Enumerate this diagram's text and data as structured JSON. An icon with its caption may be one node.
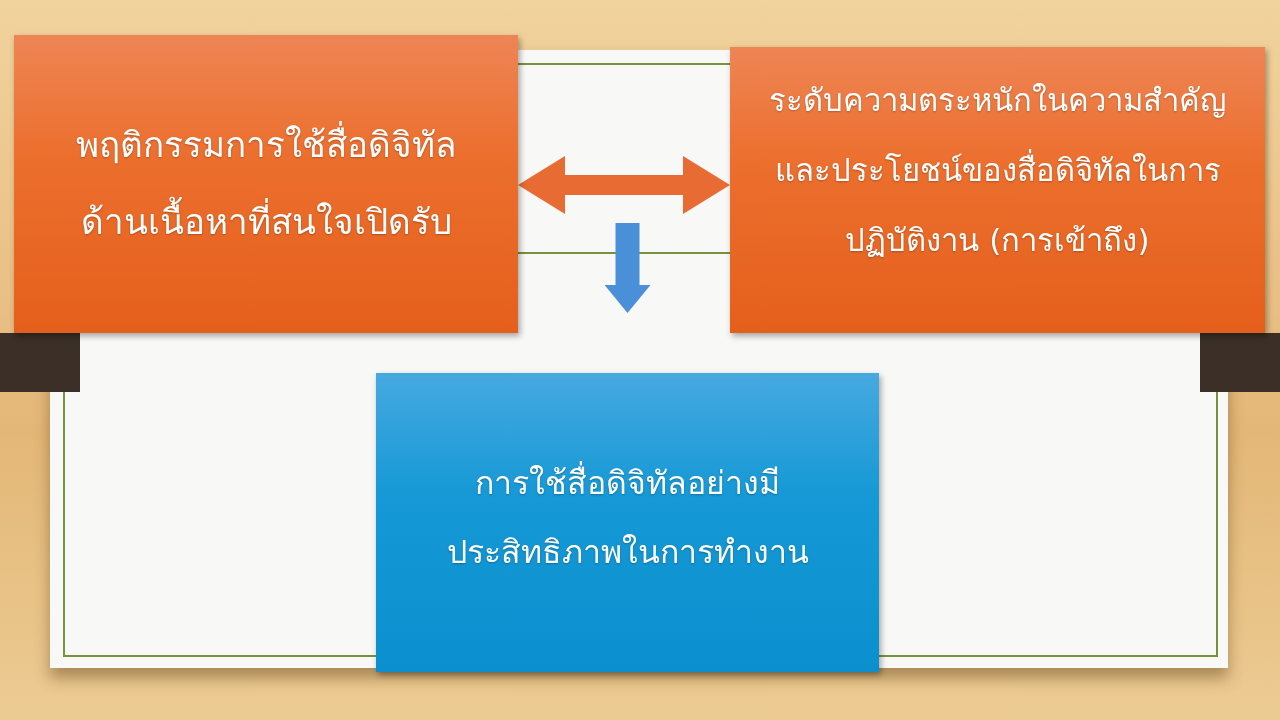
{
  "diagram": {
    "nodes": [
      {
        "text": [
          "พฤติกรรมการใช้สื่อดิจิทัล ด้านเนื้อหาที่สนใจเปิดรับ"
        ]
      },
      {
        "text": [
          "ระดับความตระหนักในความสำคัญ และประโยชน์ของสื่อดิจิทัลในการ ปฏิบัติงาน (การเข้าถึง)"
        ]
      },
      {
        "text": [
          "การใช้สื่อดิจิทัลอย่างมี ประสิทธิภาพในการทำงาน"
        ]
      }
    ],
    "edges": [
      {
        "from": 0,
        "to": 1,
        "arrow": "both",
        "color": "#e86b33"
      },
      {
        "from": null,
        "to": 2,
        "arrow": "to",
        "color": "#4a90d9"
      }
    ]
  }
}
